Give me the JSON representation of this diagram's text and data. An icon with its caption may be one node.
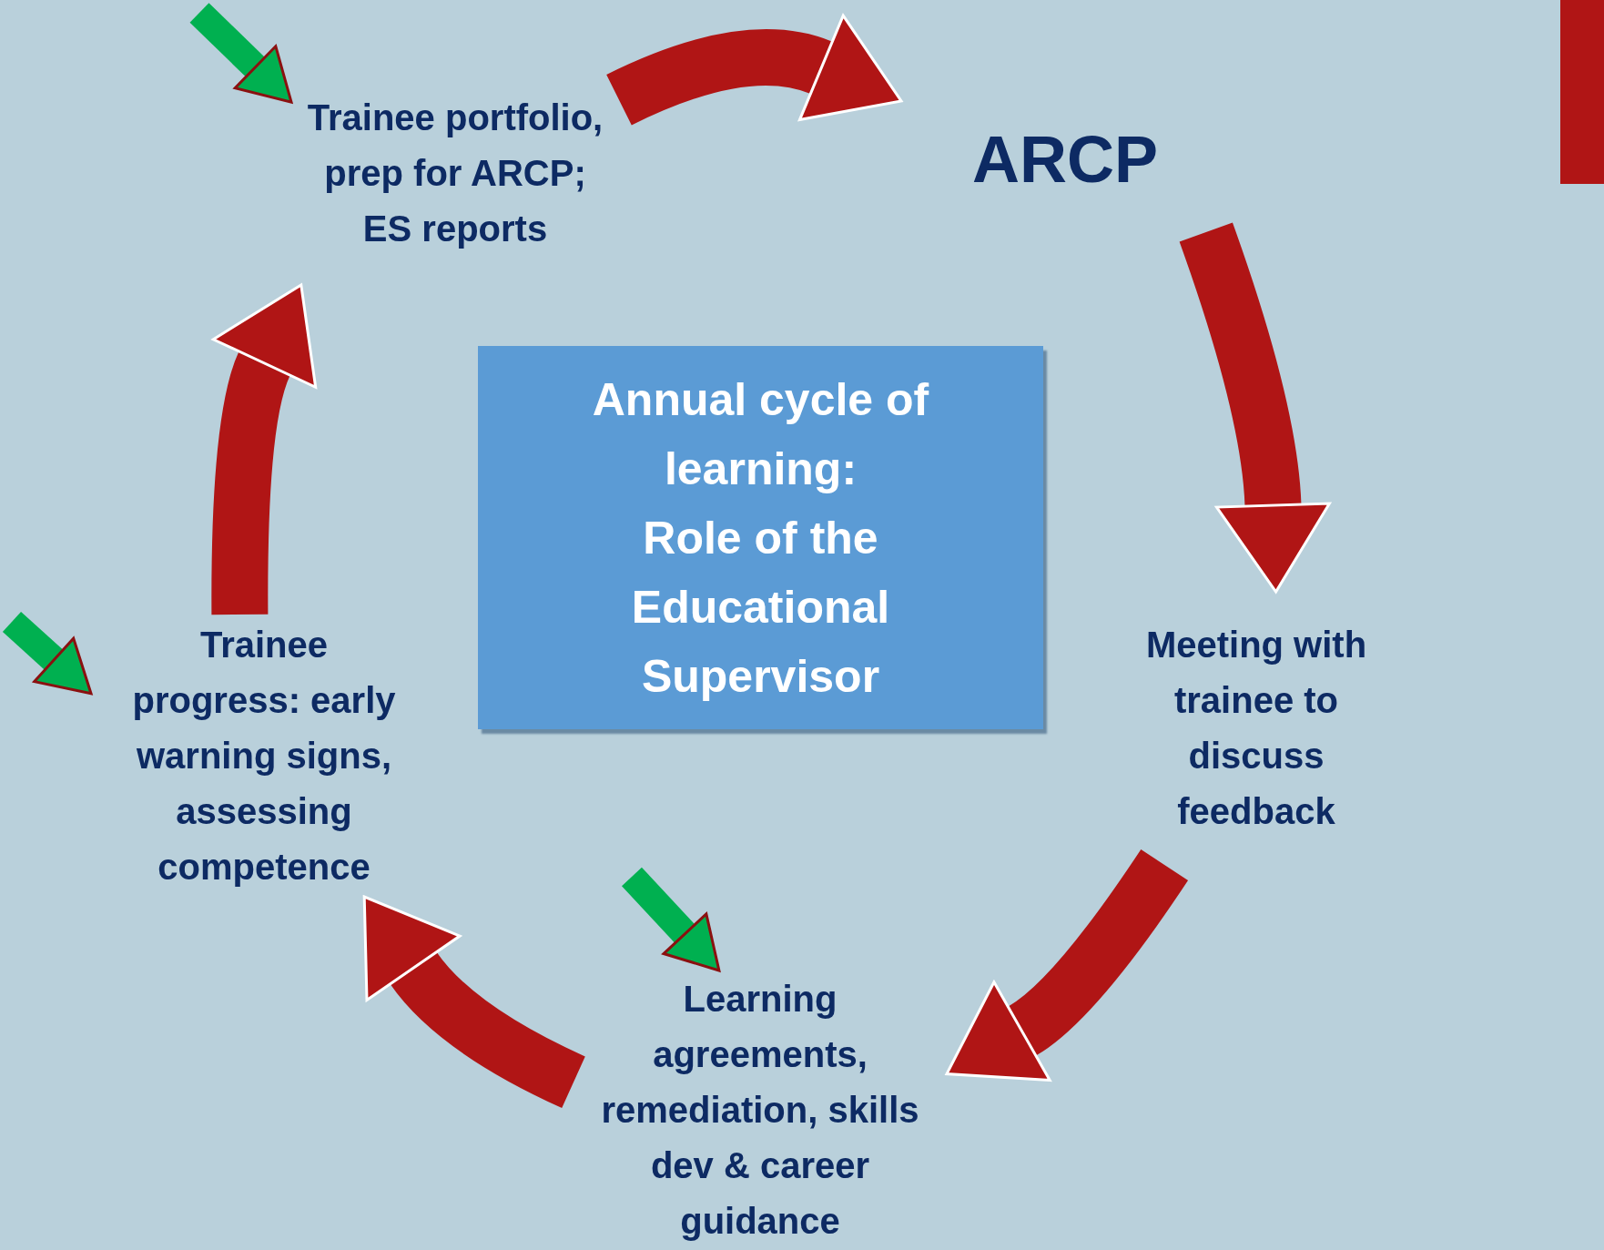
{
  "diagram": {
    "nodes": [
      {
        "text": [
          "Trainee portfolio, prep for ARCP; ES reports"
        ]
      },
      {
        "text": [
          "ARCP"
        ]
      },
      {
        "text": [
          "Meeting with trainee to discuss feedback"
        ]
      },
      {
        "text": [
          "Learning agreements, remediation, skills dev & career guidance"
        ]
      },
      {
        "text": [
          "Trainee progress: early warning signs, assessing competence"
        ]
      },
      {
        "text": [
          "Annual cycle of learning:",
          "Role of the Educational Supervisor"
        ]
      }
    ],
    "edges": [
      {
        "from": 0,
        "to": 1,
        "arrow": "to"
      },
      {
        "from": 1,
        "to": 2,
        "arrow": "to"
      },
      {
        "from": 2,
        "to": 3,
        "arrow": "to"
      },
      {
        "from": 3,
        "to": 4,
        "arrow": "to"
      },
      {
        "from": 4,
        "to": 0,
        "arrow": "to"
      },
      {
        "from": null,
        "to": 0,
        "arrow": "to",
        "color": "#00b050"
      },
      {
        "from": null,
        "to": 4,
        "arrow": "to",
        "color": "#00b050"
      },
      {
        "from": null,
        "to": 3,
        "arrow": "to",
        "color": "#00b050"
      }
    ]
  }
}
